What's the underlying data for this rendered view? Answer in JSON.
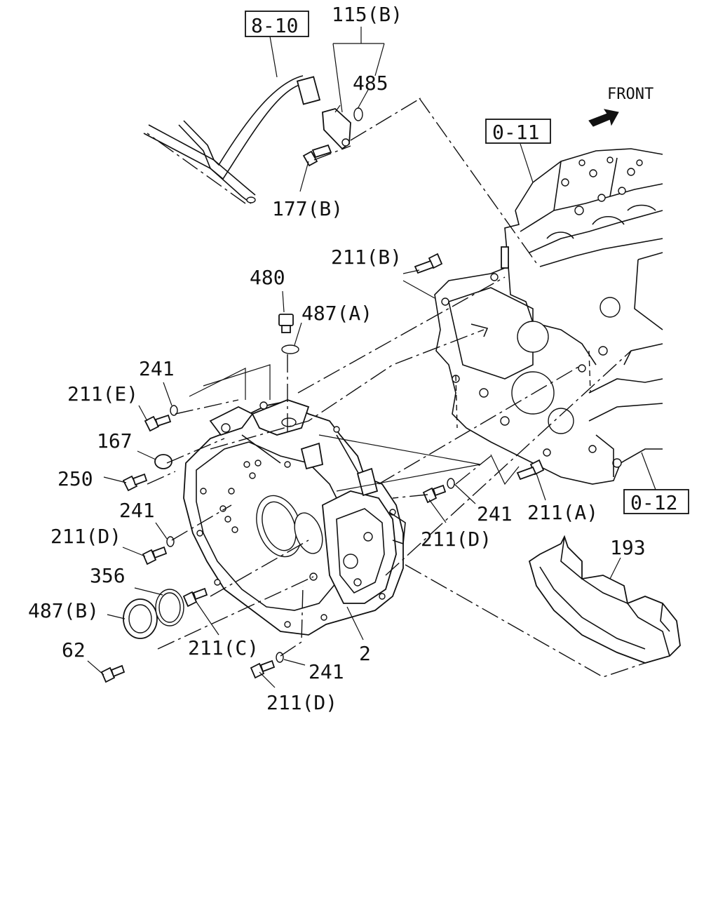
{
  "front_label": "FRONT",
  "ref_boxes": {
    "ref_8_10": "8-10",
    "ref_0_11": "0-11",
    "ref_0_12": "0-12"
  },
  "callouts": {
    "c_115b": "115(B)",
    "c_485": "485",
    "c_177b": "177(B)",
    "c_211b": "211(B)",
    "c_480": "480",
    "c_487a": "487(A)",
    "c_241_top": "241",
    "c_211e": "211(E)",
    "c_167": "167",
    "c_250": "250",
    "c_241_mid": "241",
    "c_211d_left": "211(D)",
    "c_356": "356",
    "c_487b": "487(B)",
    "c_62": "62",
    "c_211c": "211(C)",
    "c_2": "2",
    "c_241_bottom": "241",
    "c_211d_bottom": "211(D)",
    "c_211d_right": "211(D)",
    "c_241_right": "241",
    "c_211a": "211(A)",
    "c_193": "193"
  }
}
